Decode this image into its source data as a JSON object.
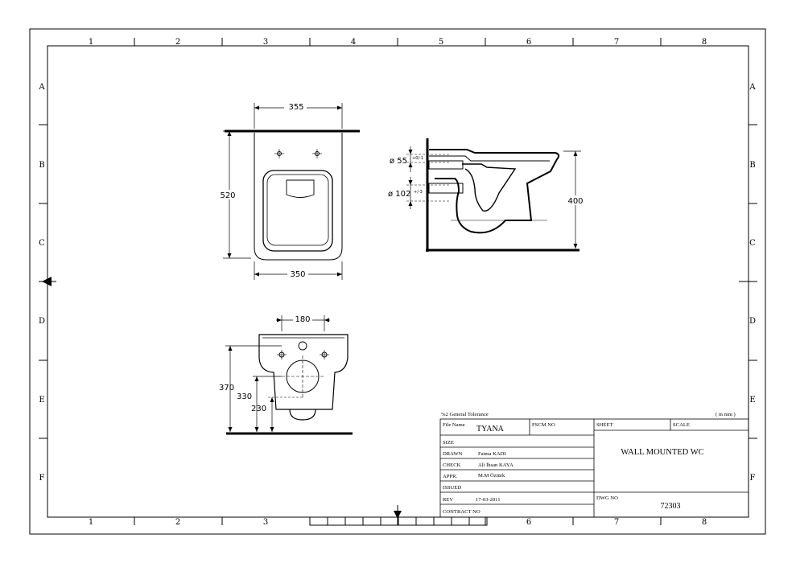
{
  "frame": {
    "columns": [
      "1",
      "2",
      "3",
      "4",
      "5",
      "6",
      "7",
      "8"
    ],
    "rows": [
      "A",
      "B",
      "C",
      "D",
      "E",
      "F"
    ]
  },
  "dimensions": {
    "top_width": "355",
    "top_height": "520",
    "top_bottom_width": "350",
    "side_diam_55": "ø 55",
    "side_tol_55": "+0/-1",
    "side_diam_102": "ø 102",
    "side_tol_102": "+/-3",
    "side_height": "400",
    "front_width": "180",
    "front_h_370": "370",
    "front_h_330": "330",
    "front_h_230": "230"
  },
  "title_block": {
    "tolerance_note": "%2 General Tolerance",
    "units": "( in mm )",
    "file_name_label": "File Name",
    "file_name_value": "TYANA",
    "fscm_label": "FSCM NO",
    "sheet_label": "SHEET",
    "scale_label": "SCALE",
    "size_label": "SIZE",
    "drawn_label": "DRAWN",
    "drawn_value": "Fatma KADI",
    "check_label": "CHECK",
    "check_value": "Ali İhsan KAYA",
    "appr_label": "APPR.",
    "appr_value": "M.M Öztürk",
    "issued_label": "ISSUED",
    "rev_label": "REV",
    "rev_value": "17-03-2011",
    "contract_label": "CONTRACT NO",
    "title": "WALL MOUNTED WC",
    "dwg_label": "DWG NO",
    "dwg_value": "72303"
  }
}
